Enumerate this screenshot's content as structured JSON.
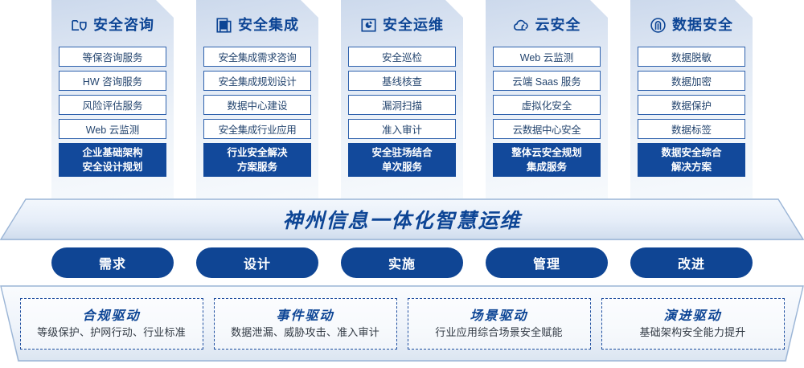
{
  "columns": [
    {
      "icon": "folder-shield-icon",
      "title": "安全咨询",
      "items": [
        "等保咨询服务",
        "HW 咨询服务",
        "风险评估服务",
        "Web 云监测"
      ],
      "footer": [
        "企业基础架构",
        "安全设计规划"
      ]
    },
    {
      "icon": "documents-copy-icon",
      "title": "安全集成",
      "items": [
        "安全集成需求咨询",
        "安全集成规划设计",
        "数据中心建设",
        "安全集成行业应用"
      ],
      "footer": [
        "行业安全解决",
        "方案服务"
      ]
    },
    {
      "icon": "monitor-chart-icon",
      "title": "安全运维",
      "items": [
        "安全巡检",
        "基线核查",
        "漏洞扫描",
        "准入审计"
      ],
      "footer": [
        "安全驻场结合",
        "单次服务"
      ]
    },
    {
      "icon": "cloud-icon",
      "title": "云安全",
      "items": [
        "Web 云监测",
        "云端 Saas 服务",
        "虚拟化安全",
        "云数据中心安全"
      ],
      "footer": [
        "整体云安全规划",
        "集成服务"
      ]
    },
    {
      "icon": "fingerprint-icon",
      "title": "数据安全",
      "items": [
        "数据脱敏",
        "数据加密",
        "数据保护",
        "数据标签"
      ],
      "footer": [
        "数据安全综合",
        "解决方案"
      ]
    }
  ],
  "banner": {
    "text": "神州信息一体化智慧运维"
  },
  "phases": [
    {
      "label": "需求"
    },
    {
      "label": "设计"
    },
    {
      "label": "实施"
    },
    {
      "label": "管理"
    },
    {
      "label": "改进"
    }
  ],
  "drivers": [
    {
      "title": "合规驱动",
      "desc": "等级保护、护网行动、行业标准"
    },
    {
      "title": "事件驱动",
      "desc": "数据泄漏、威胁攻击、准入审计"
    },
    {
      "title": "场景驱动",
      "desc": "行业应用综合场景安全赋能"
    },
    {
      "title": "演进驱动",
      "desc": "基础架构安全能力提升"
    }
  ],
  "colors": {
    "brand_blue": "#0d4595",
    "pill_blue": "#0f4594",
    "footer_blue": "#12499b",
    "item_border": "#2f62ad",
    "item_text": "#24456f",
    "dashed_border": "#1f4fa0"
  }
}
